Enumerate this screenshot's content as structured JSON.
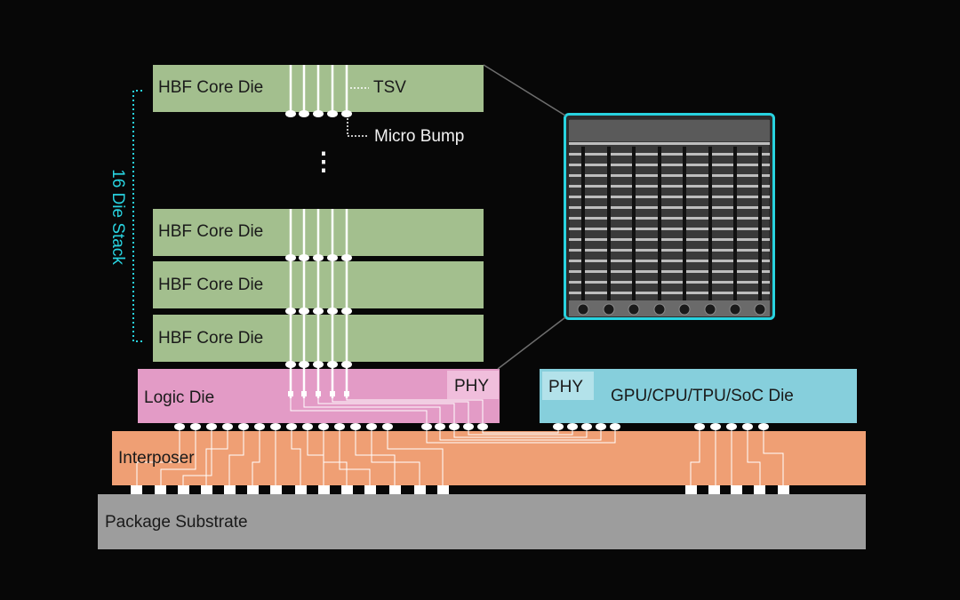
{
  "diagram": {
    "stack_label": "16 Die Stack",
    "core_dies": [
      "HBF Core Die",
      "HBF Core Die",
      "HBF Core Die",
      "HBF Core Die"
    ],
    "tsv_label": "TSV",
    "micro_bump_label": "Micro Bump",
    "logic_die": "Logic Die",
    "phy_logic": "PHY",
    "phy_soc": "PHY",
    "soc_die": "GPU/CPU/TPU/SoC Die",
    "interposer": "Interposer",
    "substrate": "Package Substrate",
    "ellipsis": "⋮"
  },
  "colors": {
    "core_die": "#a3bf8e",
    "logic_die": "#e39bc6",
    "soc_die": "#86cfdc",
    "interposer": "#ef9f74",
    "substrate": "#9d9d9d",
    "accent": "#28d3e0"
  }
}
